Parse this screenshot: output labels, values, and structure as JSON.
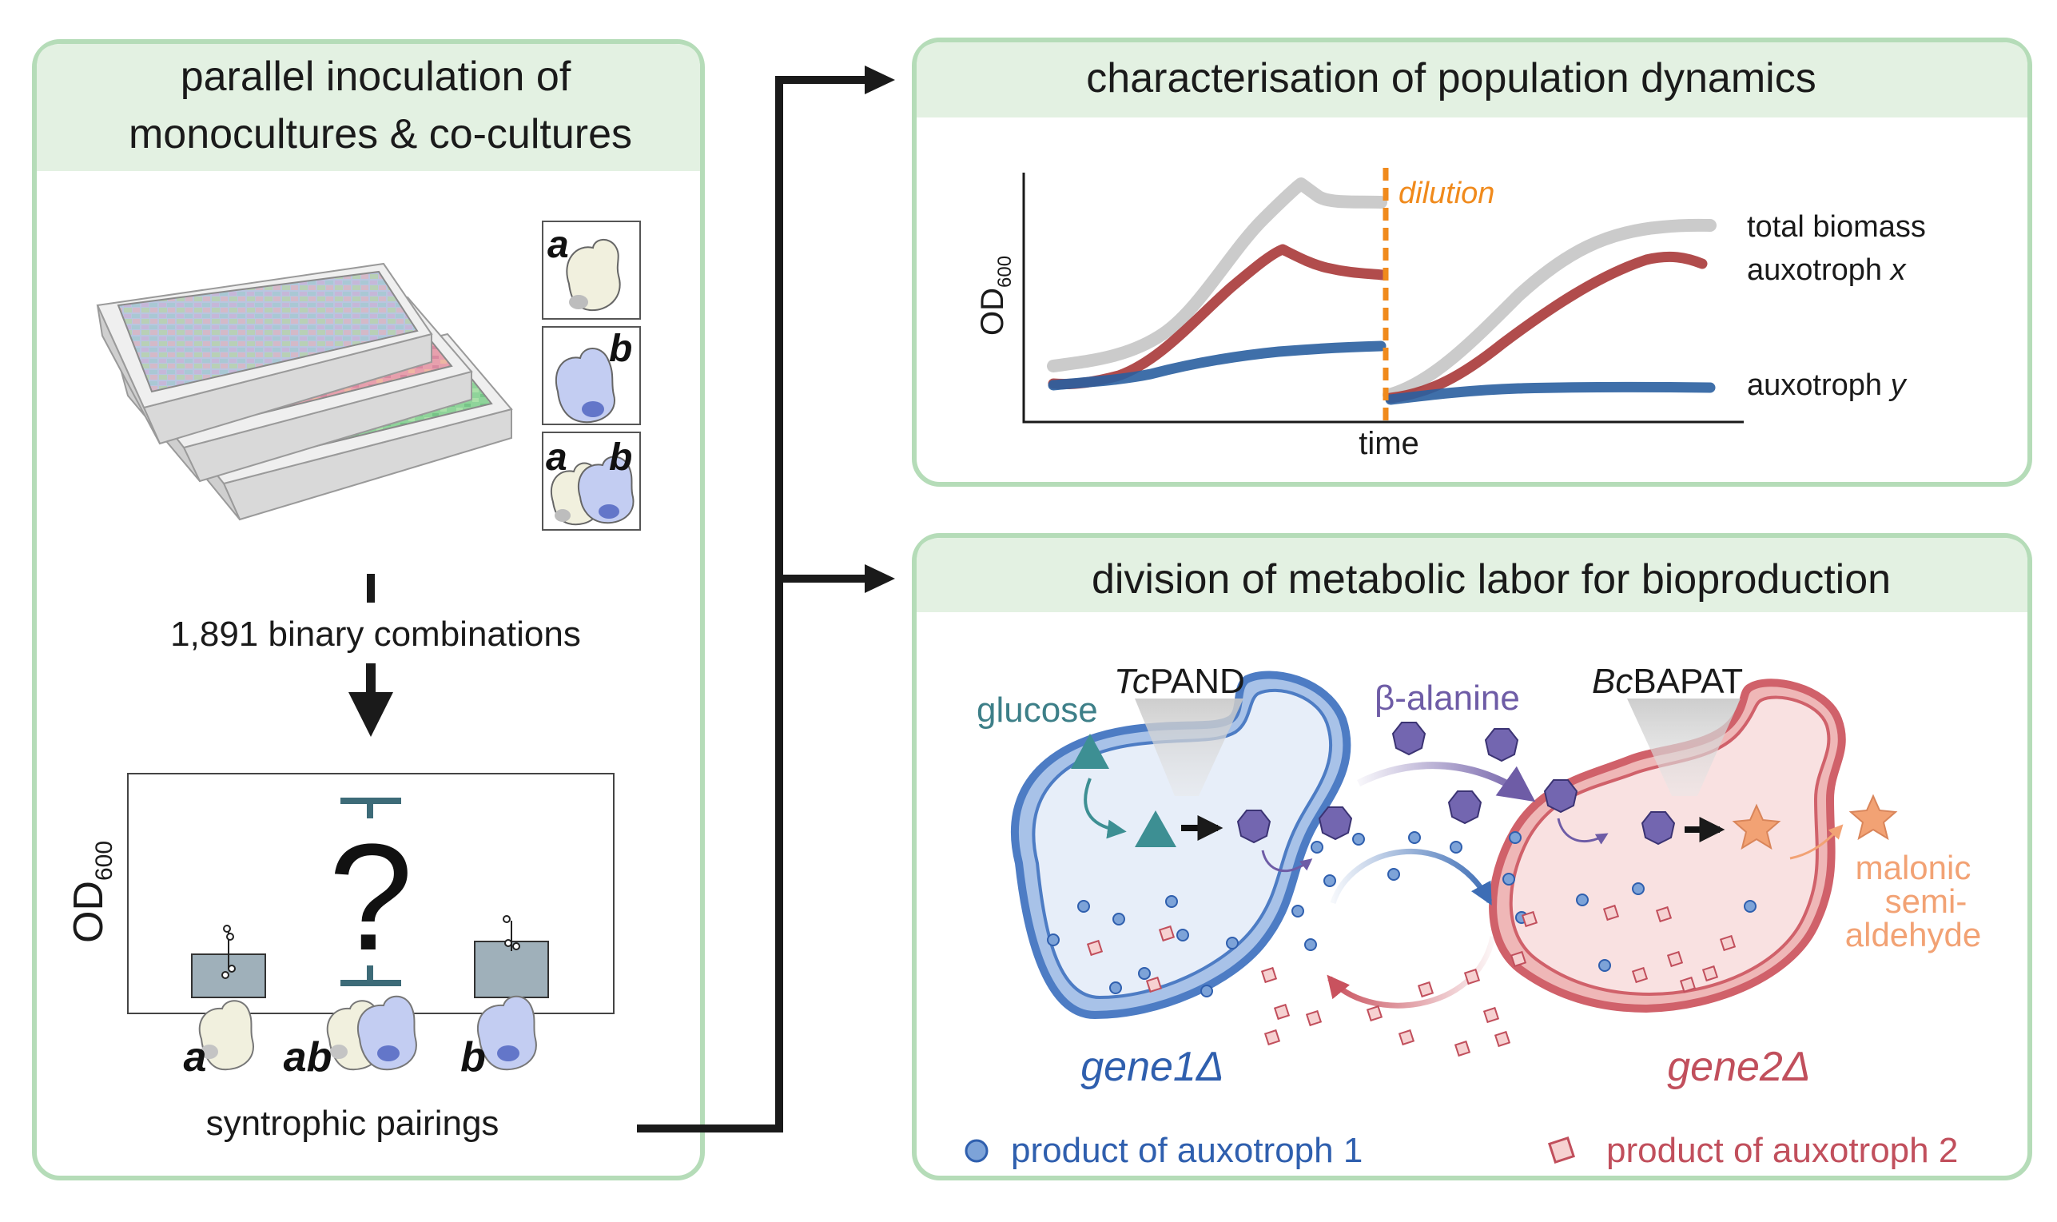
{
  "colors": {
    "panel_border": "#b5dcb8",
    "panel_header": "#e3f1e2",
    "blue_cell": "#3d6db5",
    "red_cell": "#c9525e",
    "teal": "#3d7f88",
    "purple": "#6e5ca6",
    "orange": "#f2a274",
    "dilution": "#f08a1c",
    "total_biomass": "#bdbdbd",
    "auxotroph_x": "#b03a3a",
    "auxotroph_y": "#2a5fa0"
  },
  "left_panel": {
    "title_line1": "parallel inoculation of",
    "title_line2": "monocultures & co-cultures",
    "mono_a_label": "a",
    "mono_b_label": "b",
    "co_a_label": "a",
    "co_b_label": "b",
    "combinations": "1,891 binary combinations",
    "bar_chart": {
      "ylabel": "OD",
      "ylabel_sub": "600",
      "question": "?",
      "categories": [
        "a",
        "ab",
        "b"
      ],
      "caption": "syntrophic pairings"
    }
  },
  "top_right_panel": {
    "title": "characterisation of population dynamics",
    "ylabel": "OD",
    "ylabel_sub": "600",
    "xlabel": "time",
    "dilution_label": "dilution",
    "legend_total": "total biomass",
    "legend_x_prefix": "auxotroph ",
    "legend_x_var": "x",
    "legend_y_prefix": "auxotroph ",
    "legend_y_var": "y"
  },
  "bottom_right_panel": {
    "title": "division of metabolic labor for bioproduction",
    "glucose": "glucose",
    "enzyme1_italic": "Tc",
    "enzyme1_rest": "PAND",
    "beta_alanine": "β-alanine",
    "enzyme2_italic": "Bc",
    "enzyme2_rest": "BAPAT",
    "product_line1": "malonic",
    "product_line2": "semi-",
    "product_line3": "aldehyde",
    "gene1": "gene1Δ",
    "gene2": "gene2Δ",
    "legend1": "product of auxotroph 1",
    "legend2": "product of auxotroph 2"
  }
}
